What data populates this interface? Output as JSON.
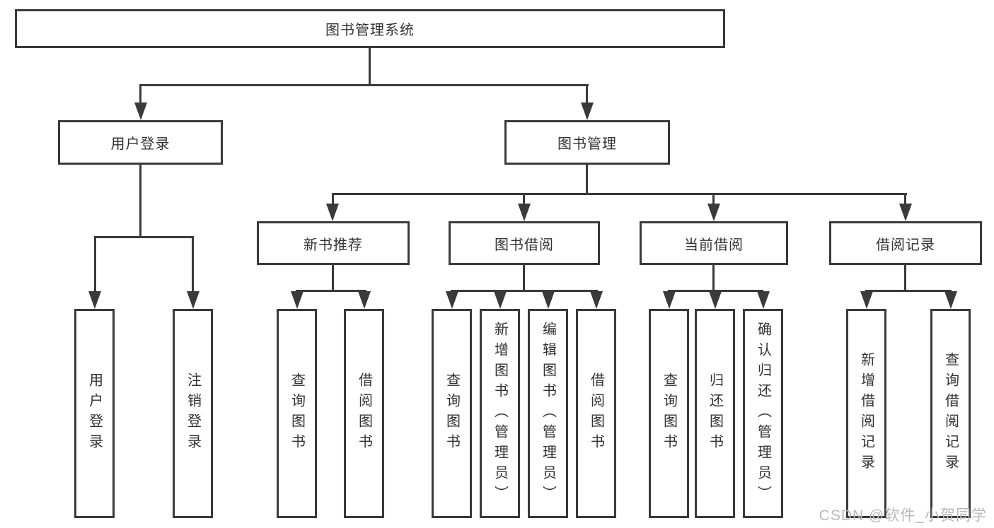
{
  "title": "图书管理系统",
  "level2": {
    "user_login": "用户登录",
    "book_mgmt": "图书管理"
  },
  "level3": {
    "new_books": "新书推荐",
    "borrow": "图书借阅",
    "current": "当前借阅",
    "records": "借阅记录"
  },
  "leaves": {
    "user_login": [
      "用户登录",
      "注销登录"
    ],
    "new_books": [
      "查询图书",
      "借阅图书"
    ],
    "borrow": [
      "查询图书",
      "新增图书（管理员）",
      "编辑图书（管理员）",
      "借阅图书"
    ],
    "current": [
      "查询图书",
      "归还图书",
      "确认归还（管理员）"
    ],
    "records": [
      "新增借阅记录",
      "查询借阅记录"
    ]
  },
  "watermark": "CSDN @软件_小贺同学",
  "colors": {
    "line": "#3a3a3a",
    "text": "#333333",
    "watermark": "#b9b9b9",
    "background": "#ffffff"
  }
}
